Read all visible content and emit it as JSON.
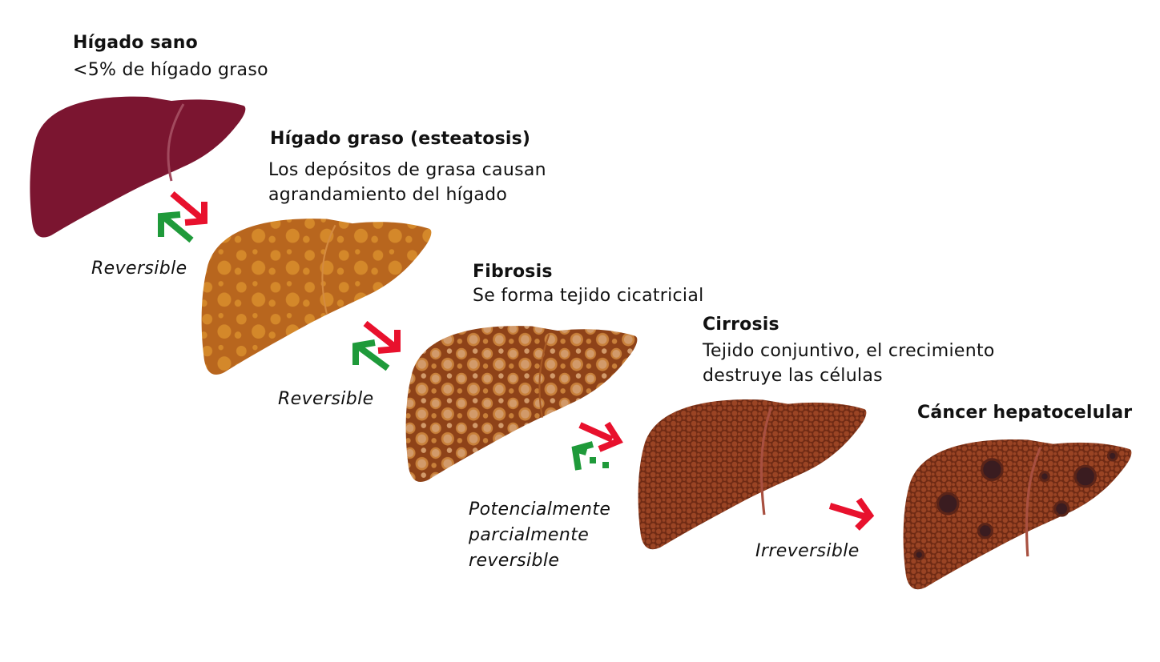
{
  "stages": [
    {
      "title": "Hígado sano",
      "description": [
        "<5% de hígado graso"
      ],
      "color": "#7b1530"
    },
    {
      "title": "Hígado graso (esteatosis)",
      "description": [
        "Los depósitos de grasa causan",
        "agrandamiento del hígado"
      ],
      "color": "#b8661e"
    },
    {
      "title": "Fibrosis",
      "description": [
        "Se forma tejido cicatricial"
      ],
      "color": "#b86a24"
    },
    {
      "title": "Cirrosis",
      "description": [
        "Tejido conjuntivo, el crecimiento",
        "destruye las células"
      ],
      "color": "#8a3418"
    },
    {
      "title": "Cáncer hepatocelular",
      "description": [],
      "color": "#8a3418"
    }
  ],
  "transitions": [
    {
      "label": [
        "Reversible"
      ],
      "forward_color": "#e8112d",
      "back_color": "#1f9a3a",
      "back_style": "solid"
    },
    {
      "label": [
        "Reversible"
      ],
      "forward_color": "#e8112d",
      "back_color": "#1f9a3a",
      "back_style": "solid"
    },
    {
      "label": [
        "Potencialmente",
        "parcialmente",
        "reversible"
      ],
      "forward_color": "#e8112d",
      "back_color": "#1f9a3a",
      "back_style": "dotted"
    },
    {
      "label": [
        "Irreversible"
      ],
      "forward_color": "#e8112d",
      "back_color": null,
      "back_style": "none"
    }
  ]
}
